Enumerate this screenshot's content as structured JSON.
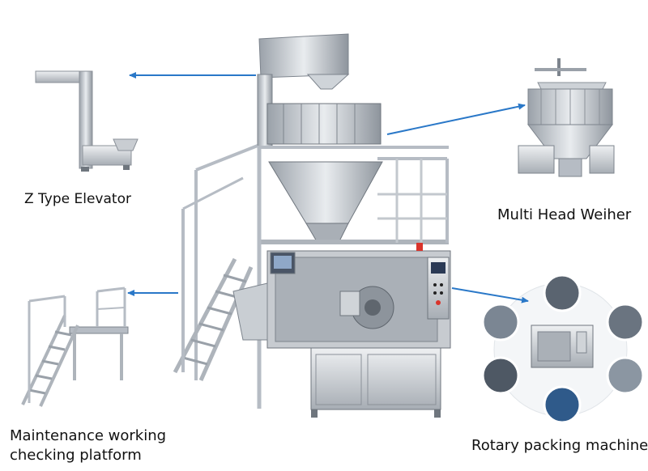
{
  "labels": {
    "z_elevator": "Z Type Elevator",
    "multi_head": "Multi Head Weiher",
    "maintenance_line1": "Maintenance working",
    "maintenance_line2": "checking platform",
    "rotary": "Rotary packing machine"
  },
  "colors": {
    "arrow": "#2a78c8",
    "steel_light": "#d9dde2",
    "steel_mid": "#b6bcc4",
    "steel_dark": "#7d848d"
  }
}
